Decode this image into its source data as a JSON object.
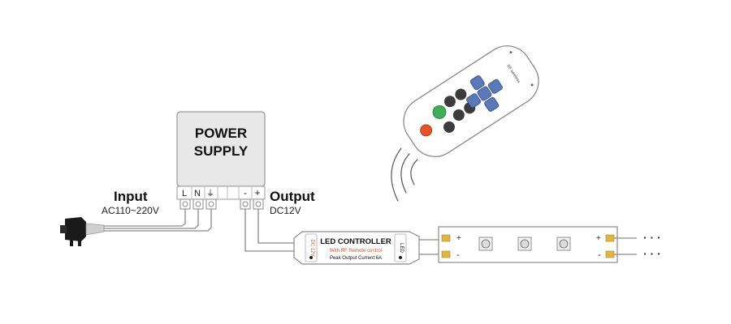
{
  "power_supply": {
    "title_line1": "POWER",
    "title_line2": "SUPPLY",
    "terminal_l": "L",
    "terminal_n": "N",
    "terminal_ground": "⏚",
    "terminal_minus": "-",
    "terminal_plus": "+"
  },
  "input": {
    "label": "Input",
    "voltage": "AC110~220V"
  },
  "output": {
    "label": "Output",
    "voltage": "DC12V"
  },
  "controller": {
    "title": "LED CONTROLLER",
    "subtitle": "With RF Remote control",
    "spec": "Peak Output Current:6A",
    "left_end_text": "DC 12V",
    "right_end_text": "LED"
  },
  "remote": {
    "brand_text": "RF wireless"
  },
  "strip": {
    "plus_sign": "+",
    "minus_sign": "-",
    "continuation": "· · ·"
  },
  "colors": {
    "line": "#8a8a8a",
    "box_fill": "#e8e8e8",
    "remote_key_blue": "#5b79b8",
    "remote_key_dark": "#3c3c3c",
    "remote_key_green": "#3fae5a",
    "remote_key_red": "#e8542a",
    "pad_gold": "#e2b640"
  }
}
